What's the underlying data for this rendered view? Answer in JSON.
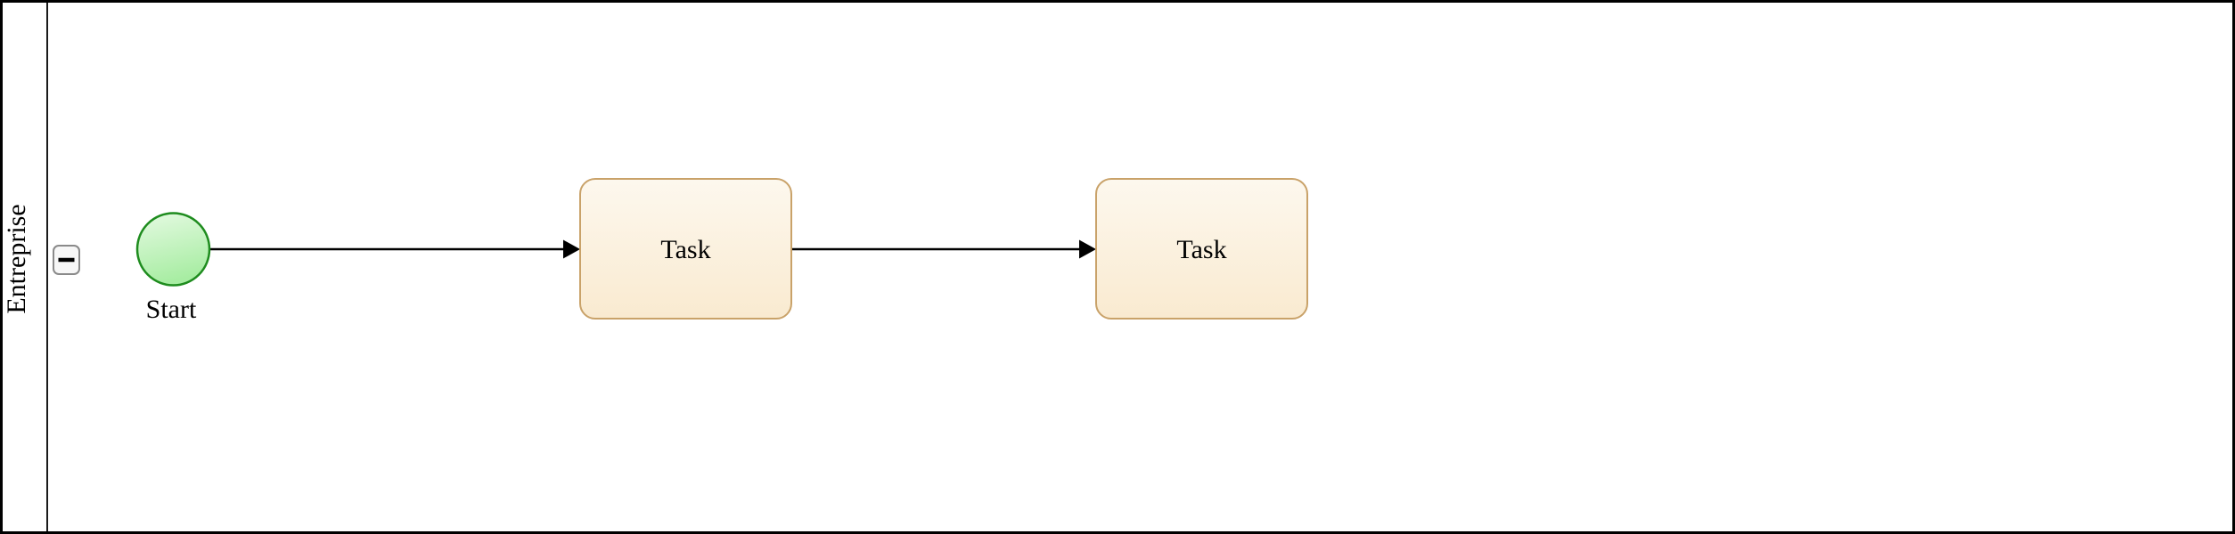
{
  "diagram_type": "bpmn-process",
  "pool": {
    "label": "Entreprise",
    "collapse_button": {
      "icon": "minus-icon",
      "glyph": "−",
      "state": "expanded"
    }
  },
  "nodes": [
    {
      "id": "start-event",
      "type": "start-event",
      "label": "Start"
    },
    {
      "id": "task-1",
      "type": "task",
      "label": "Task"
    },
    {
      "id": "task-2",
      "type": "task",
      "label": "Task"
    }
  ],
  "edges": [
    {
      "id": "flow-1",
      "type": "sequence-flow",
      "from": "start-event",
      "to": "task-1"
    },
    {
      "id": "flow-2",
      "type": "sequence-flow",
      "from": "task-1",
      "to": "task-2"
    }
  ],
  "colors": {
    "background": "#ffffff",
    "pool_border": "#000000",
    "lane_separator": "#1a1a1a",
    "start_stroke": "#1e8c1e",
    "start_fill_top": "#e5fae2",
    "start_fill_bottom": "#a8eda3",
    "task_stroke": "#c9a269",
    "task_fill_top": "#fdf8ee",
    "task_fill_bottom": "#f9ead0",
    "flow_stroke": "#000000",
    "collapse_border": "#8a8a8a",
    "collapse_fill": "#f7f7f7",
    "collapse_glyph": "#000000",
    "text": "#000000"
  }
}
